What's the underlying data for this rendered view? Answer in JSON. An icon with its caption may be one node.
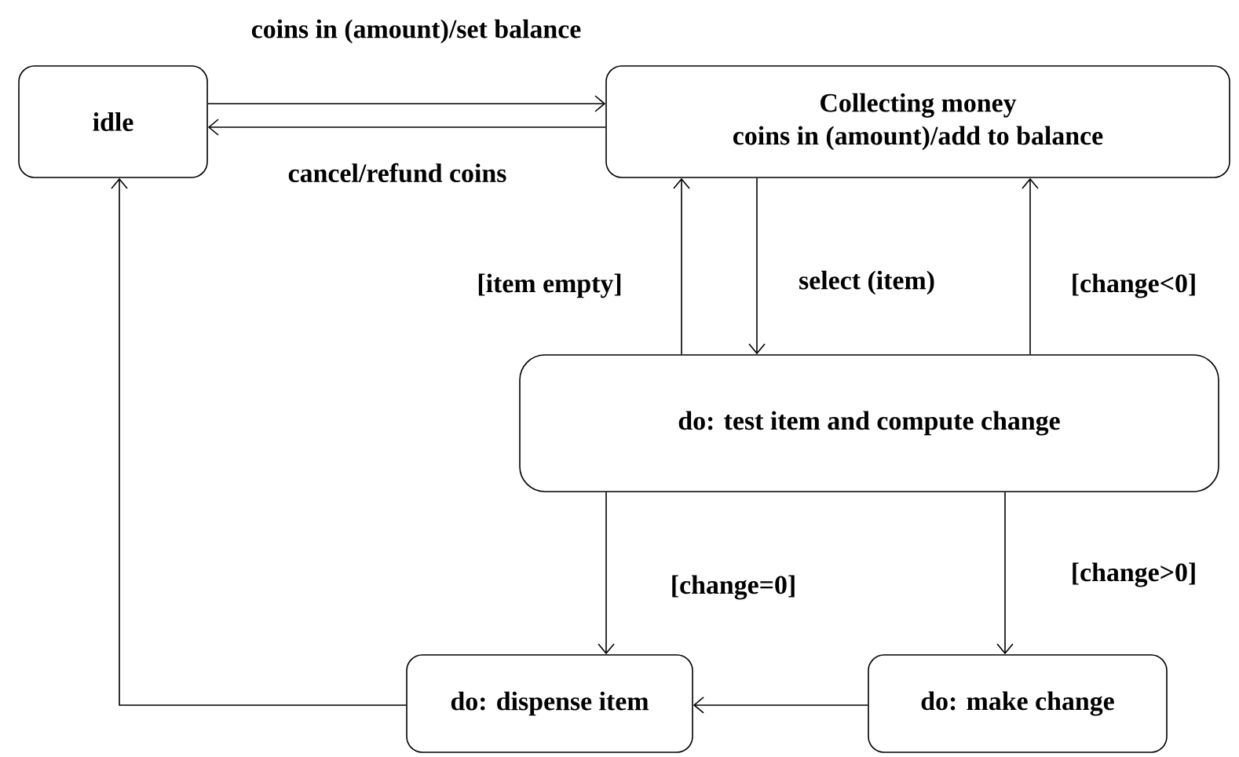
{
  "diagram": {
    "nodes": [
      {
        "text": [
          "idle"
        ]
      },
      {
        "text": [
          "Collecting money",
          "coins in (amount)/add to balance"
        ]
      },
      {
        "text": [
          "do: test item and compute change"
        ]
      },
      {
        "text": [
          "do: dispense item"
        ]
      },
      {
        "text": [
          "do: make change"
        ]
      }
    ],
    "edges": [
      {
        "from": 0,
        "to": 1,
        "arrow": "to",
        "label": "coins in (amount)/set balance"
      },
      {
        "from": 1,
        "to": 0,
        "arrow": "to",
        "label": "cancel/refund coins"
      },
      {
        "from": 2,
        "to": 1,
        "arrow": "to",
        "label": "[item empty]"
      },
      {
        "from": 1,
        "to": 2,
        "arrow": "to",
        "label": "select (item)"
      },
      {
        "from": 2,
        "to": 1,
        "arrow": "to",
        "label": "[change<0]"
      },
      {
        "from": 2,
        "to": 3,
        "arrow": "to",
        "label": "[change=0]"
      },
      {
        "from": 2,
        "to": 4,
        "arrow": "to",
        "label": "[change>0]"
      },
      {
        "from": 4,
        "to": 3,
        "arrow": "to"
      },
      {
        "from": 3,
        "to": 0,
        "arrow": "to"
      }
    ]
  }
}
